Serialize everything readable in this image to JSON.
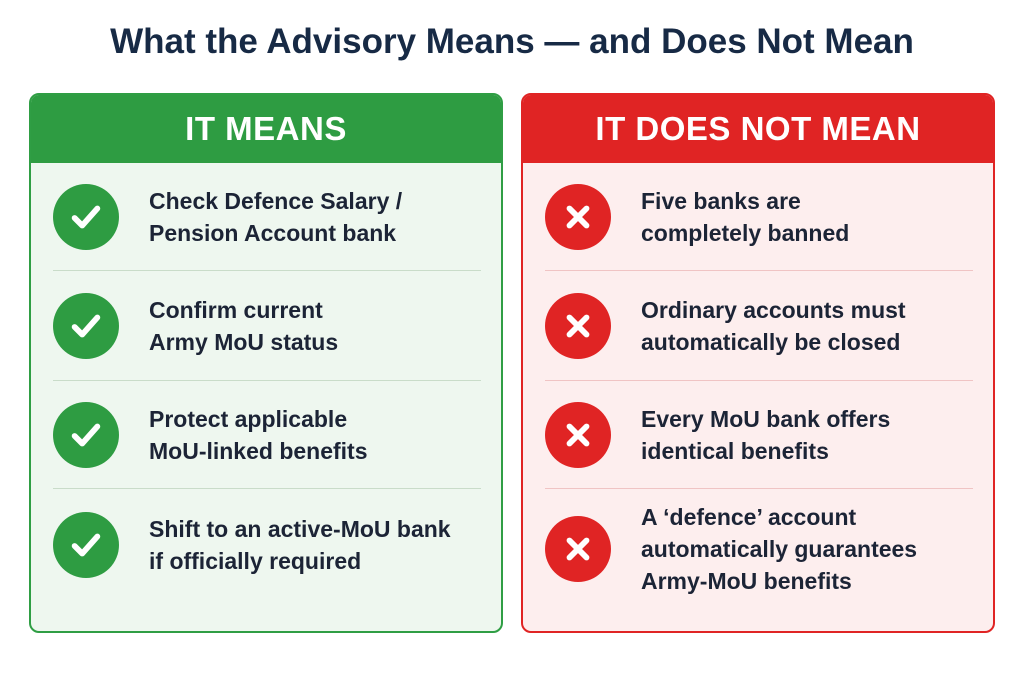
{
  "title": "What the Advisory Means — and Does Not Mean",
  "colors": {
    "title": "#172a45",
    "means": "#2e9c42",
    "does_not_mean": "#e02424",
    "means_bg": "#eef7ef",
    "does_not_mean_bg": "#fdeeee"
  },
  "means": {
    "heading": "IT MEANS",
    "icon": "check-icon",
    "items": [
      {
        "line1": "Check Defence Salary /",
        "line2": "Pension Account bank",
        "line3": ""
      },
      {
        "line1": "Confirm current",
        "line2": "Army MoU status",
        "line3": ""
      },
      {
        "line1": "Protect applicable",
        "line2": "MoU-linked benefits",
        "line3": ""
      },
      {
        "line1": "Shift to an active-MoU bank",
        "line2": "if officially required",
        "line3": ""
      }
    ]
  },
  "does_not_mean": {
    "heading": "IT DOES NOT MEAN",
    "icon": "cross-icon",
    "items": [
      {
        "line1": "Five banks are",
        "line2": "completely banned",
        "line3": ""
      },
      {
        "line1": "Ordinary accounts must",
        "line2": "automatically be closed",
        "line3": ""
      },
      {
        "line1": "Every MoU bank offers",
        "line2": "identical benefits",
        "line3": ""
      },
      {
        "line1": "A ‘defence’ account",
        "line2": "automatically guarantees",
        "line3": "Army-MoU benefits"
      }
    ]
  }
}
